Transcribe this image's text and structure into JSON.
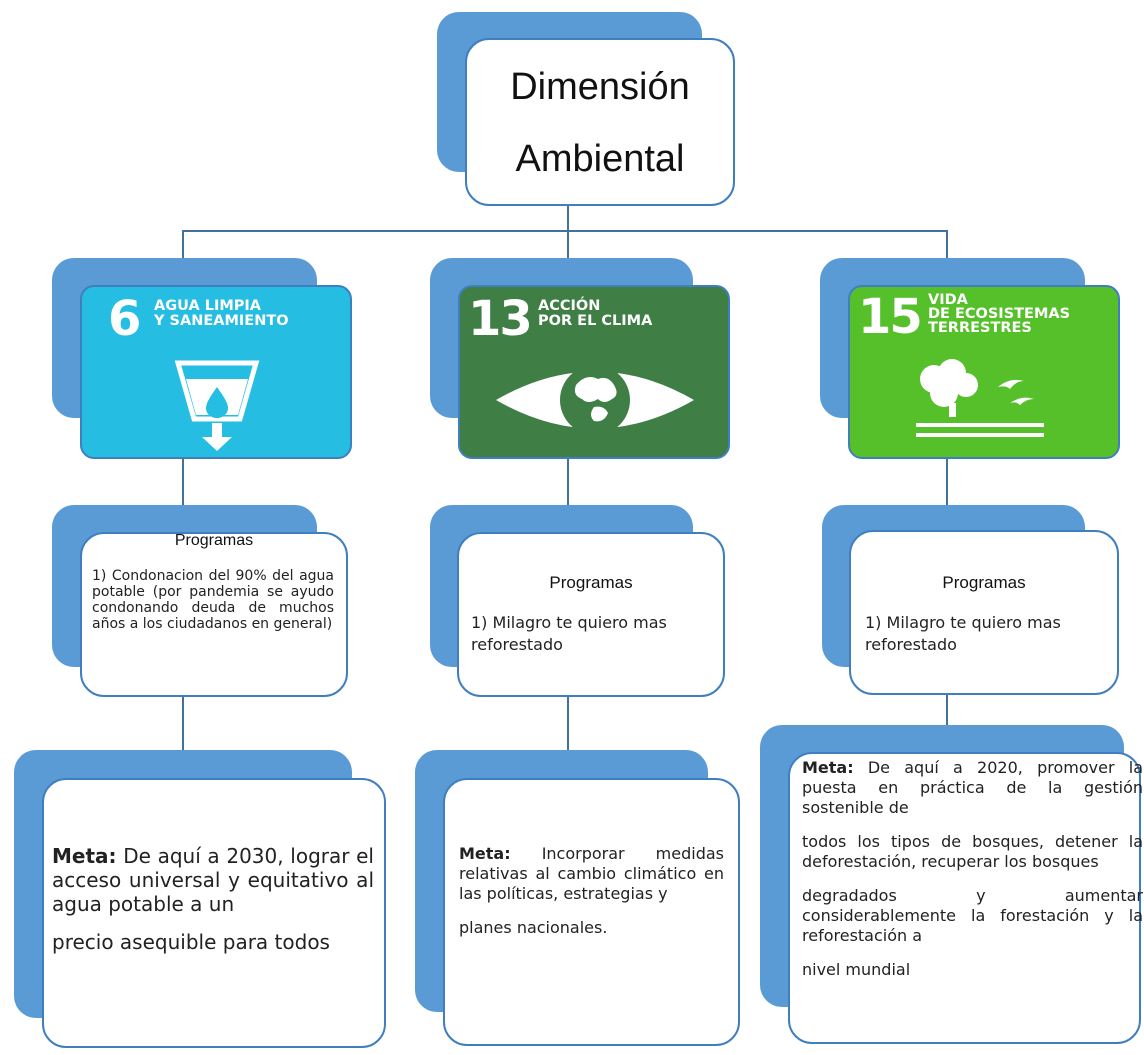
{
  "root": {
    "line1": "Dimensión",
    "line2": "Ambiental"
  },
  "sdg6": {
    "number": "6",
    "label_line1": "AGUA LIMPIA",
    "label_line2": "Y SANEAMIENTO",
    "color": "#26bde2"
  },
  "sdg13": {
    "number": "13",
    "label_line1": "ACCIÓN",
    "label_line2": "POR EL CLIMA",
    "color": "#3f7e44"
  },
  "sdg15": {
    "number": "15",
    "label_line1": "VIDA",
    "label_line2": "DE ECOSISTEMAS",
    "label_line3": "TERRESTRES",
    "color": "#56c02b"
  },
  "programs": {
    "left": {
      "title": "Programas",
      "text": "1) Condonacion del 90% del agua potable (por pandemia se ayudo condonando deuda de muchos años a los ciudadanos en general)"
    },
    "middle": {
      "title": "Programas",
      "text": "1) Milagro te quiero mas reforestado"
    },
    "right": {
      "title": "Programas",
      "text": "1) Milagro te quiero mas reforestado"
    }
  },
  "goals": {
    "left": {
      "label": "Meta:",
      "p1": "De aquí a 2030, lograr el acceso universal y equitativo al agua potable a un",
      "p2": "precio asequible para todos"
    },
    "middle": {
      "label": "Meta:",
      "p1": "Incorporar medidas relativas al cambio climático en las políticas, estrategias y",
      "p2": "planes nacionales."
    },
    "right": {
      "label": "Meta:",
      "p1": "De aquí a 2020, promover la puesta en práctica de la gestión sostenible de",
      "p2": "todos los tipos de bosques, detener la deforestación, recuperar los bosques",
      "p3": "degradados y aumentar considerablemente la forestación y la reforestación a",
      "p4": "nivel mundial"
    }
  },
  "colors": {
    "shadow": "#5b9bd5",
    "border": "#3f7fc0",
    "connector": "#41719c"
  }
}
